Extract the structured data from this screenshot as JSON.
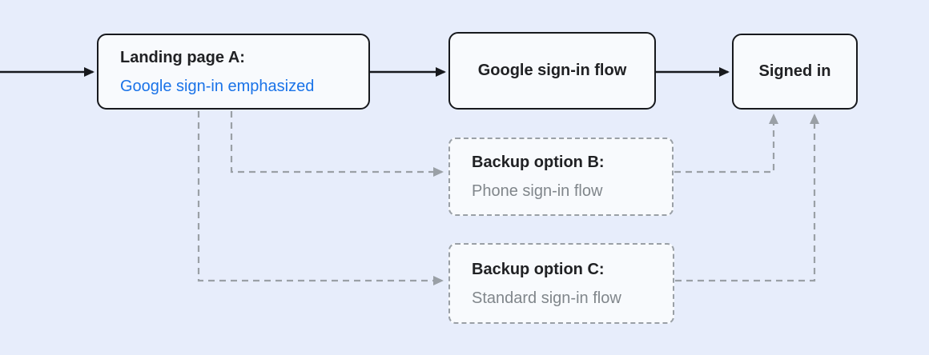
{
  "diagram": {
    "type": "flowchart",
    "background_color": "#e7edfb",
    "node_fill": "#f8fafd",
    "solid_edge_color": "#17191d",
    "dashed_edge_color": "#9aa0a6",
    "accent_blue": "#1a73e8",
    "muted_gray": "#80868b",
    "nodes": {
      "landing": {
        "title": "Landing page A:",
        "subtitle": "Google sign-in emphasized"
      },
      "google_flow": {
        "label": "Google sign-in flow"
      },
      "signed_in": {
        "label": "Signed in"
      },
      "backup_b": {
        "title": "Backup option B:",
        "subtitle": "Phone sign-in flow"
      },
      "backup_c": {
        "title": "Backup option C:",
        "subtitle": "Standard sign-in flow"
      }
    },
    "edges": [
      {
        "from": "entry",
        "to": "landing",
        "style": "solid"
      },
      {
        "from": "landing",
        "to": "google_flow",
        "style": "solid"
      },
      {
        "from": "google_flow",
        "to": "signed_in",
        "style": "solid"
      },
      {
        "from": "landing",
        "to": "backup_b",
        "style": "dashed"
      },
      {
        "from": "landing",
        "to": "backup_c",
        "style": "dashed"
      },
      {
        "from": "backup_b",
        "to": "signed_in",
        "style": "dashed"
      },
      {
        "from": "backup_c",
        "to": "signed_in",
        "style": "dashed"
      }
    ]
  }
}
